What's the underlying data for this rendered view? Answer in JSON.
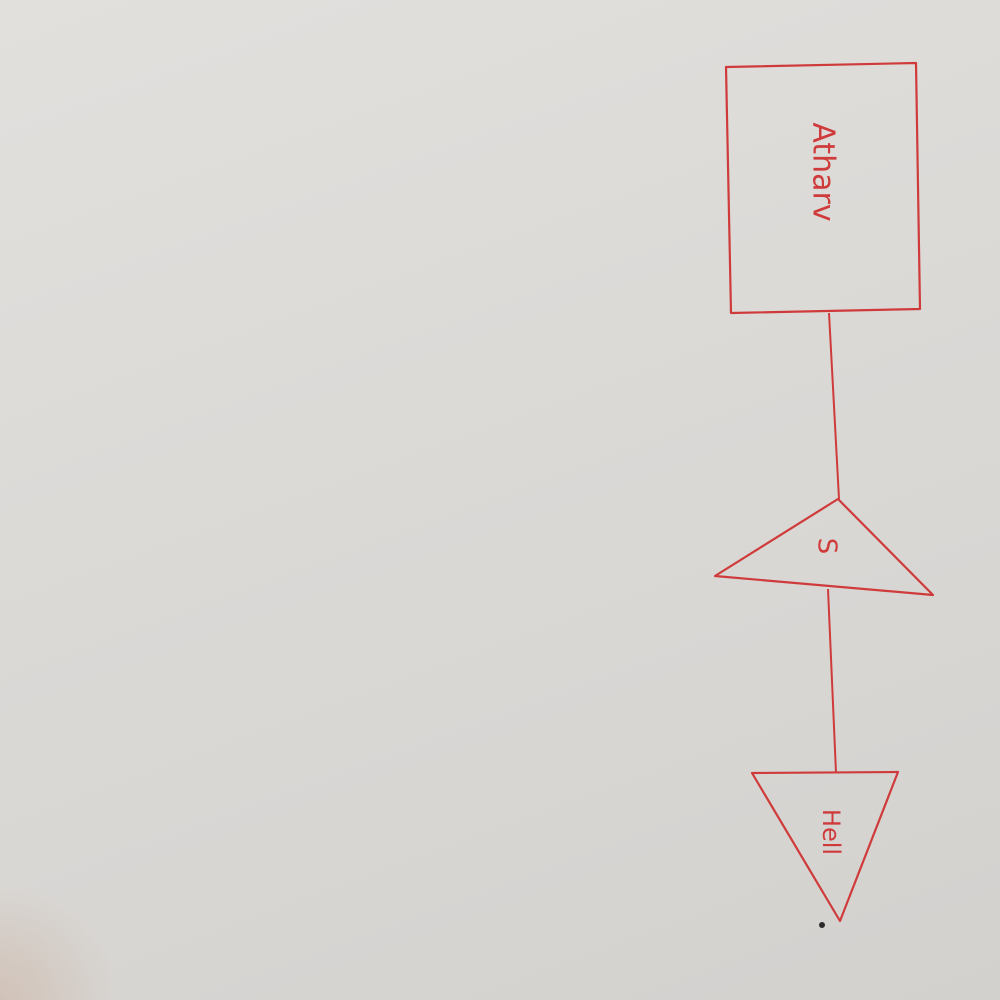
{
  "colors": {
    "ink": "#cf3b3b",
    "paper": "#dddbd8"
  },
  "diagram": {
    "nodes": [
      {
        "id": "box",
        "shape": "rectangle",
        "label": "Atharv"
      },
      {
        "id": "triangle-up",
        "shape": "triangle",
        "label": "S"
      },
      {
        "id": "triangle-down",
        "shape": "inverted-triangle",
        "label": "Hell"
      }
    ],
    "edges": [
      {
        "from": "box",
        "to": "triangle-up"
      },
      {
        "from": "triangle-up",
        "to": "triangle-down"
      }
    ]
  }
}
